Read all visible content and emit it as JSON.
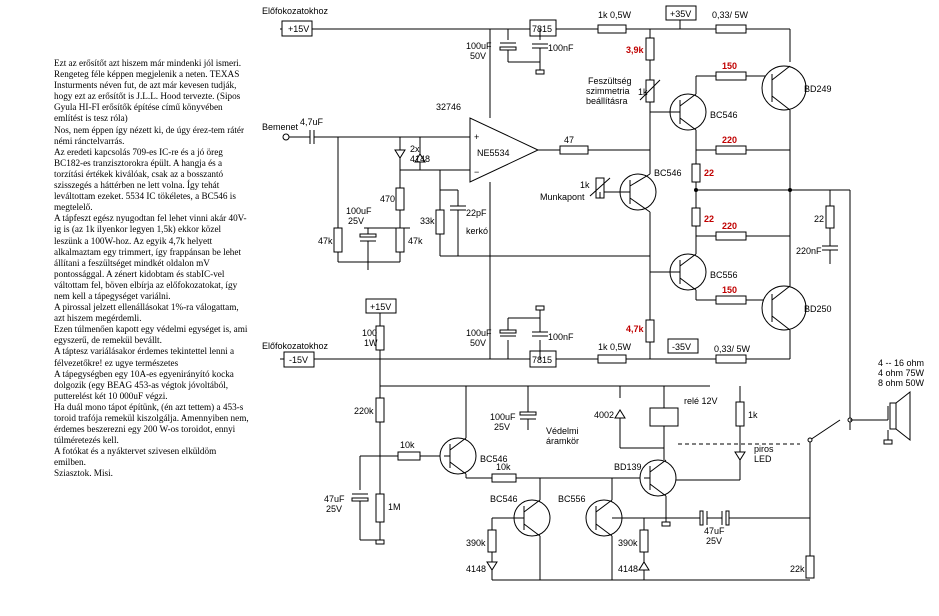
{
  "description": [
    "Ezt az erősítőt azt hiszem már mindenki jól ismeri. Rengeteg féle képpen megjelenik a neten. TEXAS Insturments néven fut, de azt már kevesen tudják, hogy ezt az erősítőt is J.L.L. Hood tervezte. (Sipos Gyula HI-FI erősítők építése című könyvében említést is tesz róla)",
    "Nos, nem éppen így nézett ki, de úgy érez-tem rátér némi ránctelvarrás.",
    "Az eredeti kapcsolás 709-es IC-re és a jó öreg BC182-es tranzisztorokra épült. A hangja és a torzítási értékek kiválóak, csak az a bosszantó szisszegés a háttérben ne lett volna. Így tehát leváltottam ezeket. 5534 IC tökéletes, a BC546 is megtelelő.",
    "A tápfeszt egész nyugodtan fel lehet vinni akár 40V-ig is (az 1k ilyenkor legyen 1,5k) ekkor közel leszünk a 100W-hoz. Az egyik 4,7k helyett alkalmaztam egy trimmert, így frappánsan be lehet állítani a feszültséget mindkét oldalon mV pontossággal. A zénert kidobtam és stabIC-vel váltottam fel, böven elbírja az előfokozatokat, így nem kell a tápegységet variálni.",
    "A pirossal jelzett ellenállásokat 1%-ra válogattam, azt hiszem megérdemli.",
    "Ezen túlmenően kapott egy védelmi egységet is, ami egyszerű, de remekül bevállt.",
    "A táptesz variálásakor érdemes tekintettel lenni a félvezetőkre! ez ugye természetes",
    "A tápegységben egy 10A-es egyenirányító kocka dolgozik (egy BEAG 453-as végtok jóvoltából, putterelést két 10 000uF végzi.",
    "Ha duál mono tápot építünk, (én azt tettem) a 453-s toroid trafója remekül kiszolgálja. Amennyiben nem, érdemes beszerezni egy 200 W-os toroidot, ennyi túlméretezés kell.",
    "A fotókat és a nyáktervet szivesen elküldöm emilben.",
    "Sziasztok.  Misi."
  ],
  "labels": {
    "elofok_top": "Előfokozatokhoz",
    "elofok_bot": "Előfokozatokhoz",
    "p15_top": "+15V",
    "p15_mid": "+15V",
    "m15": "-15V",
    "p35": "+35V",
    "m35": "-35V",
    "reg_top": "7815",
    "reg_bot": "7815",
    "r_1k05_top": "1k 0,5W",
    "r_1k05_bot": "1k 0,5W",
    "r_033_top": "0,33/ 5W",
    "r_033_bot": "0,33/ 5W",
    "c100u_top": "100uF",
    "c100u_top2": "50V",
    "c100n_top": "100nF",
    "c100u_bot": "100uF",
    "c100u_bot2": "50V",
    "c100n_bot": "100nF",
    "r39k": "3,9k",
    "r47k_red": "4,7k",
    "fesz1": "Feszültség",
    "fesz2": "szimmetria",
    "fesz3": "beállításra",
    "trim_1k_top": "1k",
    "trim_1k_mid": "1k",
    "munkapont": "Munkapont",
    "r150_top": "150",
    "r150_bot": "150",
    "r220_top": "220",
    "r220_bot": "220",
    "r22_a": "22",
    "r22_b": "22",
    "r22_c": "22",
    "c220n": "220nF",
    "bd249": "BD249",
    "bd250": "BD250",
    "bc546_a": "BC546",
    "bc546_b": "BC546",
    "bc556_a": "BC556",
    "ic_num": "32746",
    "ic_name": "NE5534",
    "bemenet": "Bemenet",
    "c47u": "4,7uF",
    "diode2": "2x",
    "diode2b": "4148",
    "r47": "47",
    "r470": "470",
    "r47k_a": "47k",
    "r47k_b": "47k",
    "r33k": "33k",
    "c22p": "22pF",
    "kerko": "kerkó",
    "c100u25_a": "100uF",
    "c100u25_a2": "25V",
    "r100": "100",
    "r100b": "1W",
    "r220k": "220k",
    "r1m": "1M",
    "c47u25_a": "47uF",
    "c47u25_a2": "25V",
    "r10k_a": "10k",
    "r10k_b": "10k",
    "bc546_c": "BC546",
    "bc546_d": "BC546",
    "bc556_b": "BC556",
    "bd139": "BD139",
    "c100u25_b": "100uF",
    "c100u25_b2": "25V",
    "vedelmi1": "Védelmi",
    "vedelmi2": "áramkör",
    "d4002": "4002",
    "rele": "relé 12V",
    "r1k_rele": "1k",
    "piros1": "piros",
    "piros2": "LED",
    "r390k_a": "390k",
    "r390k_b": "390k",
    "d4148_a": "4148",
    "d4148_b": "4148",
    "c47u25_b": "47uF",
    "c47u25_b2": "25V",
    "r22k": "22k",
    "spk1": "4 -- 16 ohm",
    "spk2": "4 ohm 75W",
    "spk3": "8 ohm 50W"
  }
}
